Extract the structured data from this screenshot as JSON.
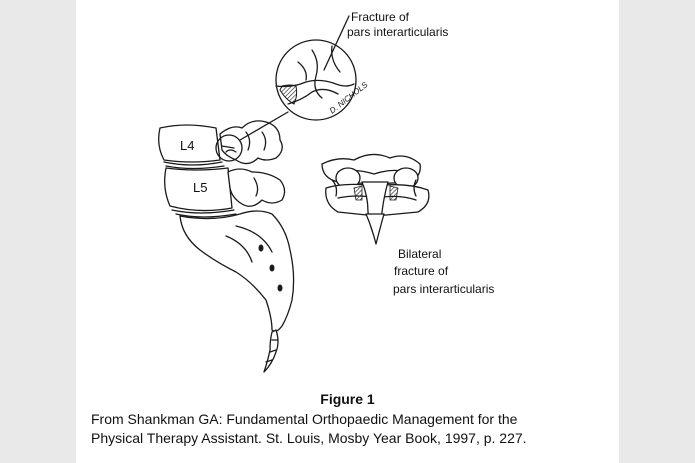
{
  "figure": {
    "top_label": [
      "Fracture of",
      "pars interarticularis"
    ],
    "vertebra_labels": {
      "upper": "L4",
      "lower": "L5"
    },
    "signature": "D. NICHOLS",
    "side_label": [
      "Bilateral",
      "fracture of",
      "pars interarticularis"
    ]
  },
  "caption": {
    "title": "Figure 1",
    "line1": "From Shankman GA: Fundamental Orthopaedic Management for the",
    "line2": "Physical Therapy Assistant. St. Louis, Mosby Year Book, 1997, p. 227."
  }
}
